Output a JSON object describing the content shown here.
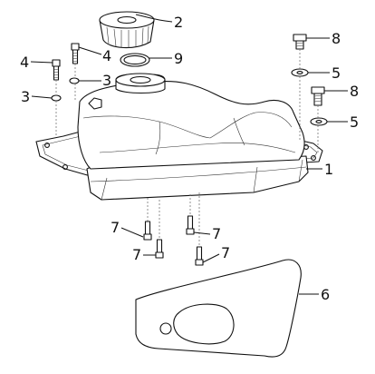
{
  "parts": {
    "fuel_tank": "1",
    "fuel_cap": "2",
    "washer_left_small": "3",
    "washer_left_lower": "3",
    "bolt_left_outer": "4",
    "bolt_left_inner": "4",
    "washer_right_upper": "5",
    "washer_right_lower": "5",
    "pad": "6",
    "bolt_bottom_left": "7",
    "bolt_bottom_center": "7",
    "bolt_bottom_mid": "7",
    "bolt_bottom_right": "7",
    "bolt_right_upper": "8",
    "bolt_right_lower": "8",
    "cap_seal": "9"
  },
  "colors": {
    "line": "#111111",
    "fill": "#ffffff",
    "shade": "#f0f0f0"
  }
}
